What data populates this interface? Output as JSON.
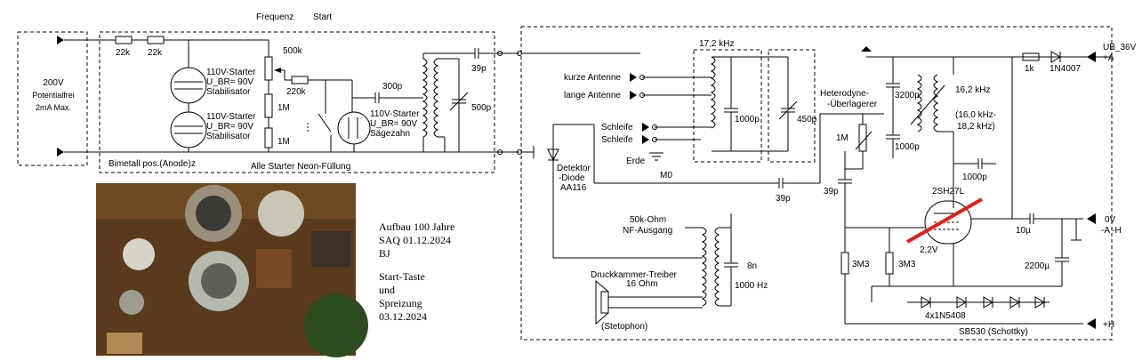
{
  "diagram": {
    "left_block": {
      "supply_line1": "200V",
      "supply_line2": "Potentialfrei",
      "supply_line3": "2mA Max."
    },
    "oscillator": {
      "r1": "22k",
      "r2": "22k",
      "frequenz": "Frequenz",
      "start": "Start",
      "pot": "500k",
      "r_220k": "220k",
      "r_1m_a": "1M",
      "r_1m_b": "1M",
      "stab1": [
        "110V-Starter",
        "U_BR= 90V",
        "Stabilisator"
      ],
      "stab2": [
        "110V-Starter",
        "U_BR= 90V",
        "Stabilisator"
      ],
      "saw": [
        "110V-Starter",
        "U_BR= 90V",
        "Sägezahn"
      ],
      "c_300p": "300p",
      "c_39p": "39p",
      "c_500p": "500p",
      "bimetall": "Bimetall pos.(Anode)z",
      "neon": "Alle Starter Neon-Füllung"
    },
    "receiver": {
      "freq_17_2": "17,2 kHz",
      "kurze_antenne": "kurze Antenne",
      "lange_antenne": "lange Antenne",
      "schleife1": "Schleife",
      "schleife2": "Schleife",
      "erde": "Erde",
      "m0": "M0",
      "c_1000p": "1000p",
      "c_450p": "450p",
      "c_39p_b": "39p",
      "detektor": [
        "Detektor",
        "-Diode",
        "AA116"
      ],
      "nf_out": [
        "50k-Ohm",
        "NF-Ausgang"
      ],
      "driver": [
        "Druckkammer-Treiber",
        "16 Ohm"
      ],
      "stetophon": "(Stetophon)",
      "c_8n": "8n",
      "f_1000": "1000 Hz"
    },
    "heterodyne": {
      "title": [
        "Heterodyne-",
        "-Überlagerer"
      ],
      "c_3200p": "3200p",
      "c_1000p_b": "1000p",
      "r_1m": "1M",
      "c_39p_c": "39p",
      "freq_16_2": "16,2 kHz",
      "freq_range": [
        "(16,0 kHz-",
        "18,2 kHz)"
      ],
      "c_1000p_c": "1000p",
      "tube": "2SH27L",
      "v_2_2": "2,2V",
      "r_3m3_a": "3M3",
      "r_3m3_b": "3M3",
      "c_10u": "10µ",
      "c_2200u": "2200µ",
      "diodes": "4x1N5408",
      "schottky": "SB530 (Schottky)",
      "r_1k": "1k",
      "d_1n4007": "1N4007",
      "ub": "UB_36V",
      "plus_a": "+A",
      "zero_v": "0V",
      "minus_ah": "-A -H",
      "plus_h": "+H"
    },
    "photo_caption": {
      "line1": "Aufbau 100 Jahre",
      "line2": "SAQ 01.12.2024",
      "line3": "BJ",
      "line4": "Start-Taste",
      "line5": "und",
      "line6": "Spreizung",
      "line7": "03.12.2024"
    }
  }
}
